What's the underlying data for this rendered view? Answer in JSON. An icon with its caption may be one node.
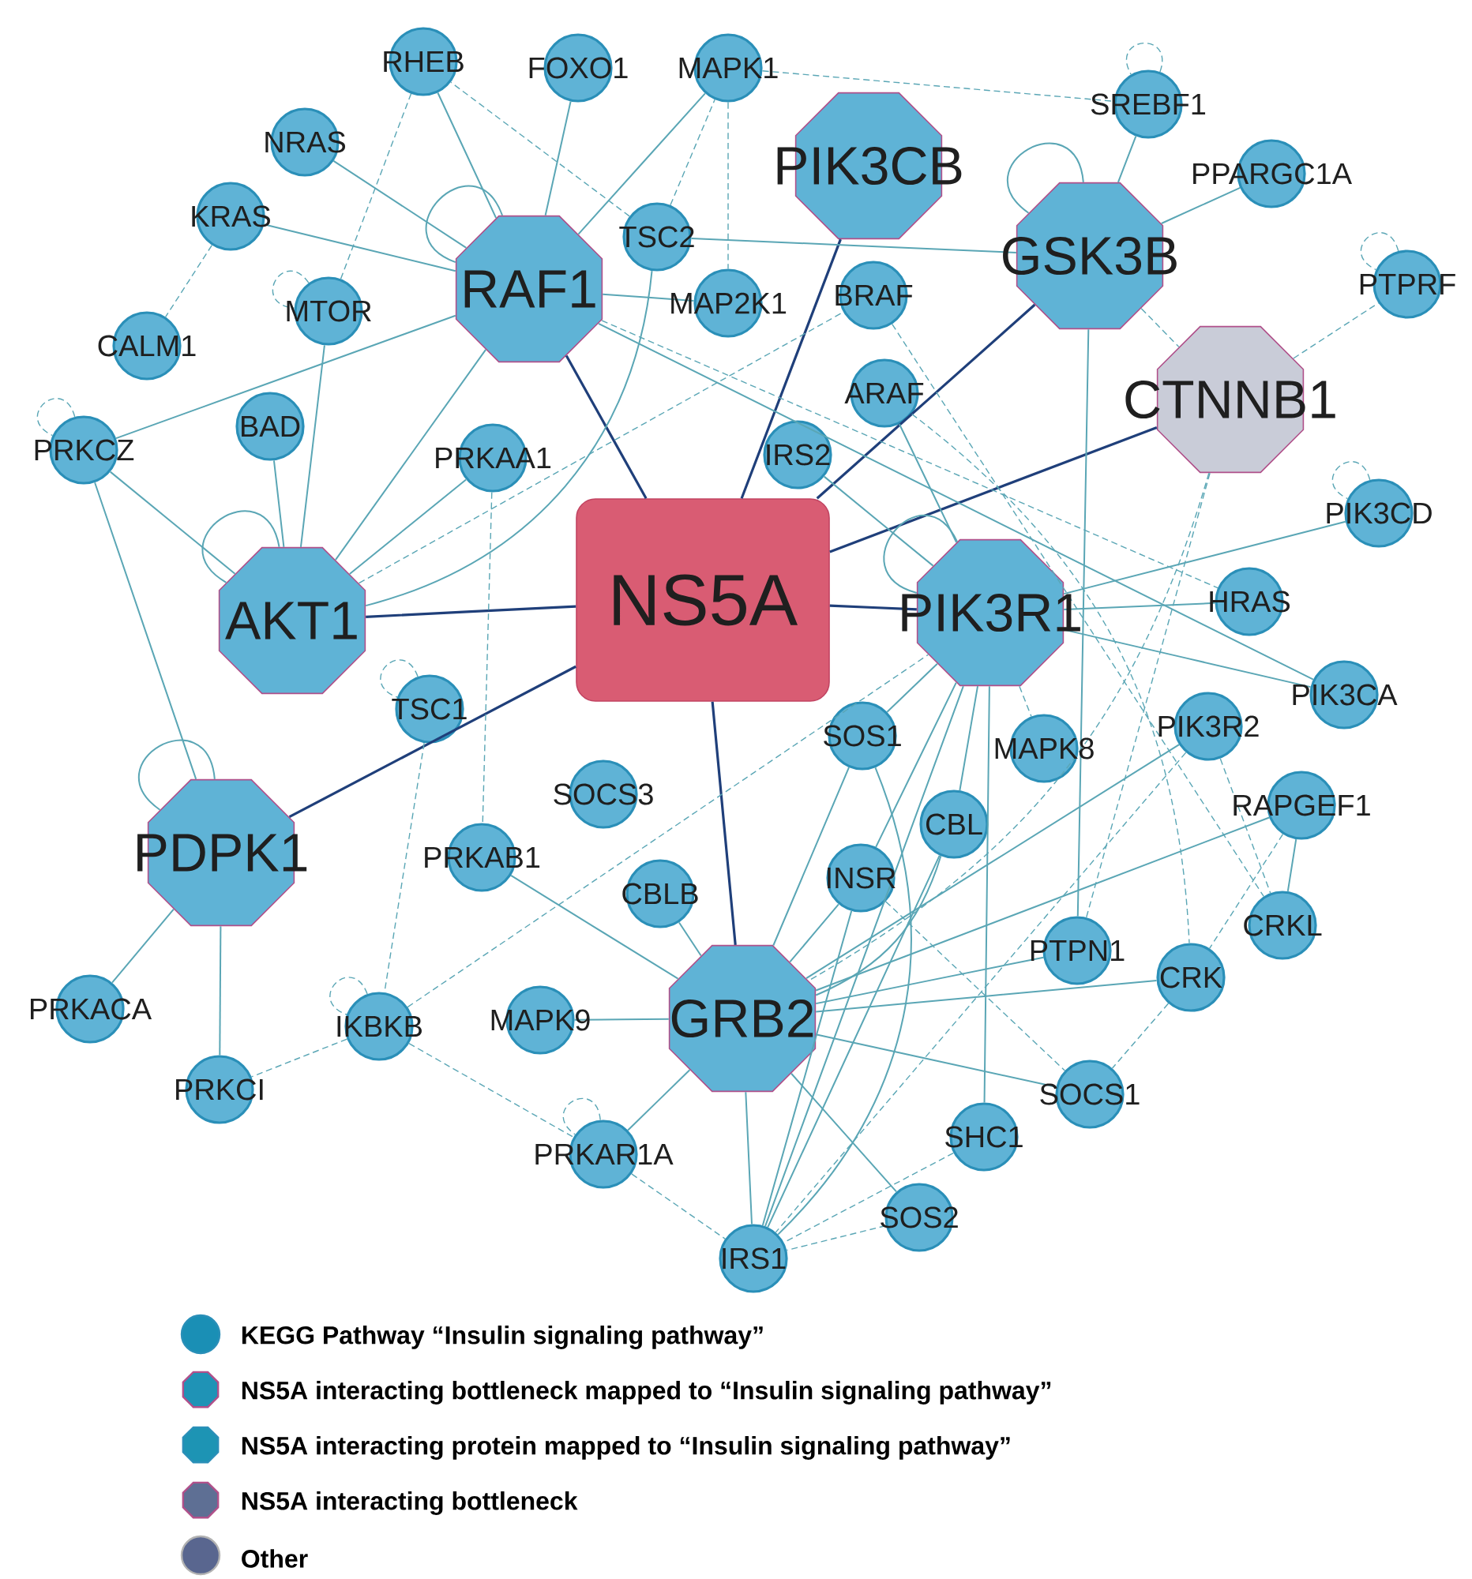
{
  "diagram": {
    "nodes": [
      {
        "text": [
          "NS5A"
        ]
      },
      {
        "text": [
          "RAF1"
        ]
      },
      {
        "text": [
          "PIK3CB"
        ]
      },
      {
        "text": [
          "GSK3B"
        ]
      },
      {
        "text": [
          "CTNNB1"
        ]
      },
      {
        "text": [
          "AKT1"
        ]
      },
      {
        "text": [
          "PIK3R1"
        ]
      },
      {
        "text": [
          "PDPK1"
        ]
      },
      {
        "text": [
          "GRB2"
        ]
      },
      {
        "text": [
          "RHEB"
        ]
      },
      {
        "text": [
          "FOXO1"
        ]
      },
      {
        "text": [
          "MAPK1"
        ]
      },
      {
        "text": [
          "SREBF1"
        ]
      },
      {
        "text": [
          "NRAS"
        ]
      },
      {
        "text": [
          "PPARGC1A"
        ]
      },
      {
        "text": [
          "KRAS"
        ]
      },
      {
        "text": [
          "TSC2"
        ]
      },
      {
        "text": [
          "MAP2K1"
        ]
      },
      {
        "text": [
          "BRAF"
        ]
      },
      {
        "text": [
          "MTOR"
        ]
      },
      {
        "text": [
          "PTPRF"
        ]
      },
      {
        "text": [
          "CALM1"
        ]
      },
      {
        "text": [
          "ARAF"
        ]
      },
      {
        "text": [
          "BAD"
        ]
      },
      {
        "text": [
          "PRKCZ"
        ]
      },
      {
        "text": [
          "PRKAA1"
        ]
      },
      {
        "text": [
          "IRS2"
        ]
      },
      {
        "text": [
          "PIK3CD"
        ]
      },
      {
        "text": [
          "HRAS"
        ]
      },
      {
        "text": [
          "TSC1"
        ]
      },
      {
        "text": [
          "PIK3CA"
        ]
      },
      {
        "text": [
          "SOS1"
        ]
      },
      {
        "text": [
          "MAPK8"
        ]
      },
      {
        "text": [
          "PIK3R2"
        ]
      },
      {
        "text": [
          "SOCS3"
        ]
      },
      {
        "text": [
          "PRKAB1"
        ]
      },
      {
        "text": [
          "RAPGEF1"
        ]
      },
      {
        "text": [
          "CBL"
        ]
      },
      {
        "text": [
          "CBLB"
        ]
      },
      {
        "text": [
          "INSR"
        ]
      },
      {
        "text": [
          "CRKL"
        ]
      },
      {
        "text": [
          "PTPN1"
        ]
      },
      {
        "text": [
          "CRK"
        ]
      },
      {
        "text": [
          "IKBKB"
        ]
      },
      {
        "text": [
          "MAPK9"
        ]
      },
      {
        "text": [
          "PRKACA"
        ]
      },
      {
        "text": [
          "PRKCI"
        ]
      },
      {
        "text": [
          "SOCS1"
        ]
      },
      {
        "text": [
          "SHC1"
        ]
      },
      {
        "text": [
          "PRKAR1A"
        ]
      },
      {
        "text": [
          "SOS2"
        ]
      },
      {
        "text": [
          "IRS1"
        ]
      }
    ],
    "edges": [
      {
        "from": 0,
        "to": 1,
        "arrow": "none",
        "color": "#1f3f7a"
      },
      {
        "from": 0,
        "to": 2,
        "arrow": "none",
        "color": "#1f3f7a"
      },
      {
        "from": 0,
        "to": 3,
        "arrow": "none",
        "color": "#1f3f7a"
      },
      {
        "from": 0,
        "to": 4,
        "arrow": "none",
        "color": "#1f3f7a"
      },
      {
        "from": 0,
        "to": 5,
        "arrow": "none",
        "color": "#1f3f7a"
      },
      {
        "from": 0,
        "to": 6,
        "arrow": "none",
        "color": "#1f3f7a"
      },
      {
        "from": 0,
        "to": 7,
        "arrow": "none",
        "color": "#1f3f7a"
      },
      {
        "from": 0,
        "to": 8,
        "arrow": "none",
        "color": "#1f3f7a"
      },
      {
        "from": 1,
        "to": 13,
        "arrow": "none"
      },
      {
        "from": 1,
        "to": 15,
        "arrow": "none"
      },
      {
        "from": 1,
        "to": 9,
        "arrow": "none"
      },
      {
        "from": 1,
        "to": 10,
        "arrow": "none"
      },
      {
        "from": 1,
        "to": 11,
        "arrow": "none"
      },
      {
        "from": 1,
        "to": 17,
        "arrow": "none"
      },
      {
        "from": 1,
        "to": 24,
        "arrow": "none"
      },
      {
        "from": 1,
        "to": 5,
        "arrow": "none"
      },
      {
        "from": 1,
        "to": 30,
        "arrow": "none"
      },
      {
        "from": 1,
        "to": 28,
        "arrow": "none",
        "style": "dashed"
      },
      {
        "from": 1,
        "to": 1,
        "arrow": "none"
      },
      {
        "from": 16,
        "to": 3,
        "arrow": "none"
      },
      {
        "from": 16,
        "to": 9,
        "arrow": "none",
        "style": "dashed"
      },
      {
        "from": 16,
        "to": 11,
        "arrow": "none",
        "style": "dashed"
      },
      {
        "from": 16,
        "to": 5,
        "arrow": "none"
      },
      {
        "from": 11,
        "to": 12,
        "arrow": "none",
        "style": "dashed"
      },
      {
        "from": 11,
        "to": 17,
        "arrow": "none",
        "style": "dashed"
      },
      {
        "from": 3,
        "to": 12,
        "arrow": "none"
      },
      {
        "from": 3,
        "to": 14,
        "arrow": "none"
      },
      {
        "from": 3,
        "to": 41,
        "arrow": "none"
      },
      {
        "from": 3,
        "to": 4,
        "arrow": "none",
        "style": "dashed"
      },
      {
        "from": 3,
        "to": 3,
        "arrow": "none"
      },
      {
        "from": 4,
        "to": 20,
        "arrow": "none",
        "style": "dashed"
      },
      {
        "from": 4,
        "to": 8,
        "arrow": "none",
        "style": "dashed"
      },
      {
        "from": 4,
        "to": 41,
        "arrow": "none",
        "style": "dashed"
      },
      {
        "from": 5,
        "to": 23,
        "arrow": "none"
      },
      {
        "from": 5,
        "to": 19,
        "arrow": "none"
      },
      {
        "from": 5,
        "to": 24,
        "arrow": "none"
      },
      {
        "from": 5,
        "to": 25,
        "arrow": "none"
      },
      {
        "from": 5,
        "to": 18,
        "arrow": "none",
        "style": "dashed"
      },
      {
        "from": 5,
        "to": 5,
        "arrow": "none"
      },
      {
        "from": 15,
        "to": 21,
        "arrow": "none",
        "style": "dashed"
      },
      {
        "from": 24,
        "to": 7,
        "arrow": "none"
      },
      {
        "from": 24,
        "to": 24,
        "arrow": "none",
        "style": "dashed"
      },
      {
        "from": 7,
        "to": 45,
        "arrow": "none"
      },
      {
        "from": 7,
        "to": 46,
        "arrow": "none"
      },
      {
        "from": 7,
        "to": 7,
        "arrow": "none"
      },
      {
        "from": 19,
        "to": 9,
        "arrow": "none",
        "style": "dashed"
      },
      {
        "from": 19,
        "to": 19,
        "arrow": "none",
        "style": "dashed"
      },
      {
        "from": 29,
        "to": 43,
        "arrow": "none",
        "style": "dashed"
      },
      {
        "from": 29,
        "to": 29,
        "arrow": "none",
        "style": "dashed"
      },
      {
        "from": 25,
        "to": 35,
        "arrow": "none",
        "style": "dashed"
      },
      {
        "from": 43,
        "to": 46,
        "arrow": "none",
        "style": "dashed"
      },
      {
        "from": 43,
        "to": 49,
        "arrow": "none",
        "style": "dashed"
      },
      {
        "from": 43,
        "to": 6,
        "arrow": "none",
        "style": "dashed"
      },
      {
        "from": 43,
        "to": 43,
        "arrow": "none",
        "style": "dashed"
      },
      {
        "from": 35,
        "to": 8,
        "arrow": "none"
      },
      {
        "from": 38,
        "to": 8,
        "arrow": "none"
      },
      {
        "from": 44,
        "to": 8,
        "arrow": "none"
      },
      {
        "from": 49,
        "to": 8,
        "arrow": "none"
      },
      {
        "from": 49,
        "to": 51,
        "arrow": "none",
        "style": "dashed"
      },
      {
        "from": 49,
        "to": 49,
        "arrow": "none",
        "style": "dashed"
      },
      {
        "from": 8,
        "to": 51,
        "arrow": "none"
      },
      {
        "from": 8,
        "to": 50,
        "arrow": "none"
      },
      {
        "from": 8,
        "to": 47,
        "arrow": "none"
      },
      {
        "from": 8,
        "to": 42,
        "arrow": "none"
      },
      {
        "from": 8,
        "to": 41,
        "arrow": "none"
      },
      {
        "from": 8,
        "to": 36,
        "arrow": "none"
      },
      {
        "from": 8,
        "to": 33,
        "arrow": "none"
      },
      {
        "from": 8,
        "to": 39,
        "arrow": "none"
      },
      {
        "from": 8,
        "to": 37,
        "arrow": "none"
      },
      {
        "from": 8,
        "to": 31,
        "arrow": "none"
      },
      {
        "from": 6,
        "to": 28,
        "arrow": "none"
      },
      {
        "from": 6,
        "to": 27,
        "arrow": "none"
      },
      {
        "from": 6,
        "to": 30,
        "arrow": "none"
      },
      {
        "from": 6,
        "to": 31,
        "arrow": "none"
      },
      {
        "from": 6,
        "to": 39,
        "arrow": "none"
      },
      {
        "from": 6,
        "to": 37,
        "arrow": "none"
      },
      {
        "from": 6,
        "to": 51,
        "arrow": "none"
      },
      {
        "from": 6,
        "to": 48,
        "arrow": "none"
      },
      {
        "from": 6,
        "to": 26,
        "arrow": "none"
      },
      {
        "from": 6,
        "to": 22,
        "arrow": "none"
      },
      {
        "from": 6,
        "to": 32,
        "arrow": "none",
        "style": "dashed"
      },
      {
        "from": 6,
        "to": 6,
        "arrow": "none"
      },
      {
        "from": 18,
        "to": 40,
        "arrow": "none",
        "style": "dashed"
      },
      {
        "from": 22,
        "to": 42,
        "arrow": "none",
        "style": "dashed"
      },
      {
        "from": 36,
        "to": 40,
        "arrow": "none"
      },
      {
        "from": 36,
        "to": 42,
        "arrow": "none",
        "style": "dashed"
      },
      {
        "from": 33,
        "to": 40,
        "arrow": "none",
        "style": "dashed"
      },
      {
        "from": 33,
        "to": 51,
        "arrow": "none",
        "style": "dashed"
      },
      {
        "from": 48,
        "to": 51,
        "arrow": "none",
        "style": "dashed"
      },
      {
        "from": 50,
        "to": 51,
        "arrow": "none",
        "style": "dashed"
      },
      {
        "from": 39,
        "to": 51,
        "arrow": "none"
      },
      {
        "from": 37,
        "to": 51,
        "arrow": "none"
      },
      {
        "from": 31,
        "to": 51,
        "arrow": "none"
      },
      {
        "from": 39,
        "to": 47,
        "arrow": "none",
        "style": "dashed"
      },
      {
        "from": 42,
        "to": 47,
        "arrow": "none",
        "style": "dashed"
      },
      {
        "from": 27,
        "to": 27,
        "arrow": "none",
        "style": "dashed"
      },
      {
        "from": 20,
        "to": 20,
        "arrow": "none",
        "style": "dashed"
      },
      {
        "from": 12,
        "to": 12,
        "arrow": "none",
        "style": "dashed"
      }
    ],
    "legend": [
      {
        "text": "KEGG Pathway “Insulin signaling pathway”",
        "color": "#1a8fb5"
      },
      {
        "text": "NS5A interacting bottleneck mapped to “Insulin signaling pathway”",
        "color": "#1f93b6"
      },
      {
        "text": "NS5A interacting protein mapped to “Insulin signaling pathway”",
        "color": "#1d94b4"
      },
      {
        "text": "NS5A interacting bottleneck",
        "color": "#5e6f94"
      },
      {
        "text": "Other",
        "color": "#59668f"
      }
    ]
  }
}
